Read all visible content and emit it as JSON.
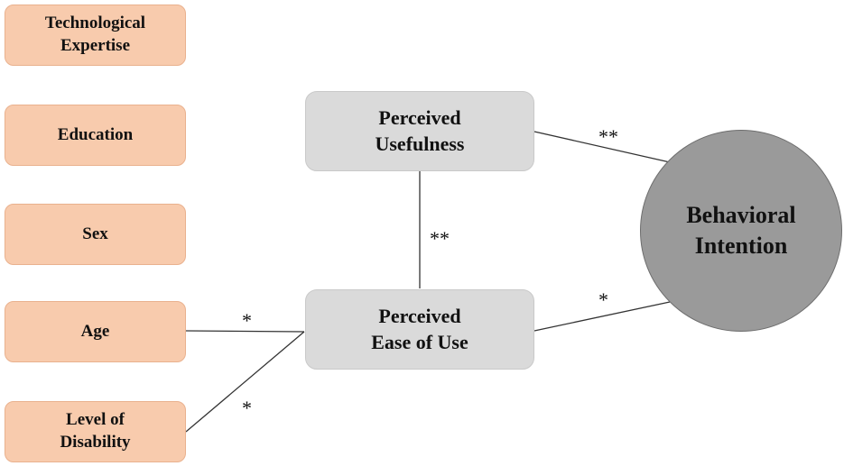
{
  "factors": {
    "tech_expertise": "Technological\nExpertise",
    "education": "Education",
    "sex": "Sex",
    "age": "Age",
    "disability": "Level of\nDisability"
  },
  "constructs": {
    "usefulness": "Perceived\nUsefulness",
    "ease_of_use": "Perceived\nEase of Use"
  },
  "outcome": {
    "intention": "Behavioral\nIntention"
  },
  "edges": [
    {
      "from": "Age",
      "to": "Perceived Ease of Use",
      "significance": "*"
    },
    {
      "from": "Level of Disability",
      "to": "Perceived Ease of Use",
      "significance": "*"
    },
    {
      "from": "Perceived Ease of Use",
      "to": "Perceived Usefulness",
      "significance": "**"
    },
    {
      "from": "Perceived Usefulness",
      "to": "Behavioral Intention",
      "significance": "**"
    },
    {
      "from": "Perceived Ease of Use",
      "to": "Behavioral Intention",
      "significance": "*"
    }
  ],
  "colors": {
    "factor_fill": "#f8cbad",
    "construct_fill": "#dadada",
    "outcome_fill": "#9a9a9a",
    "edge": "#333333"
  }
}
